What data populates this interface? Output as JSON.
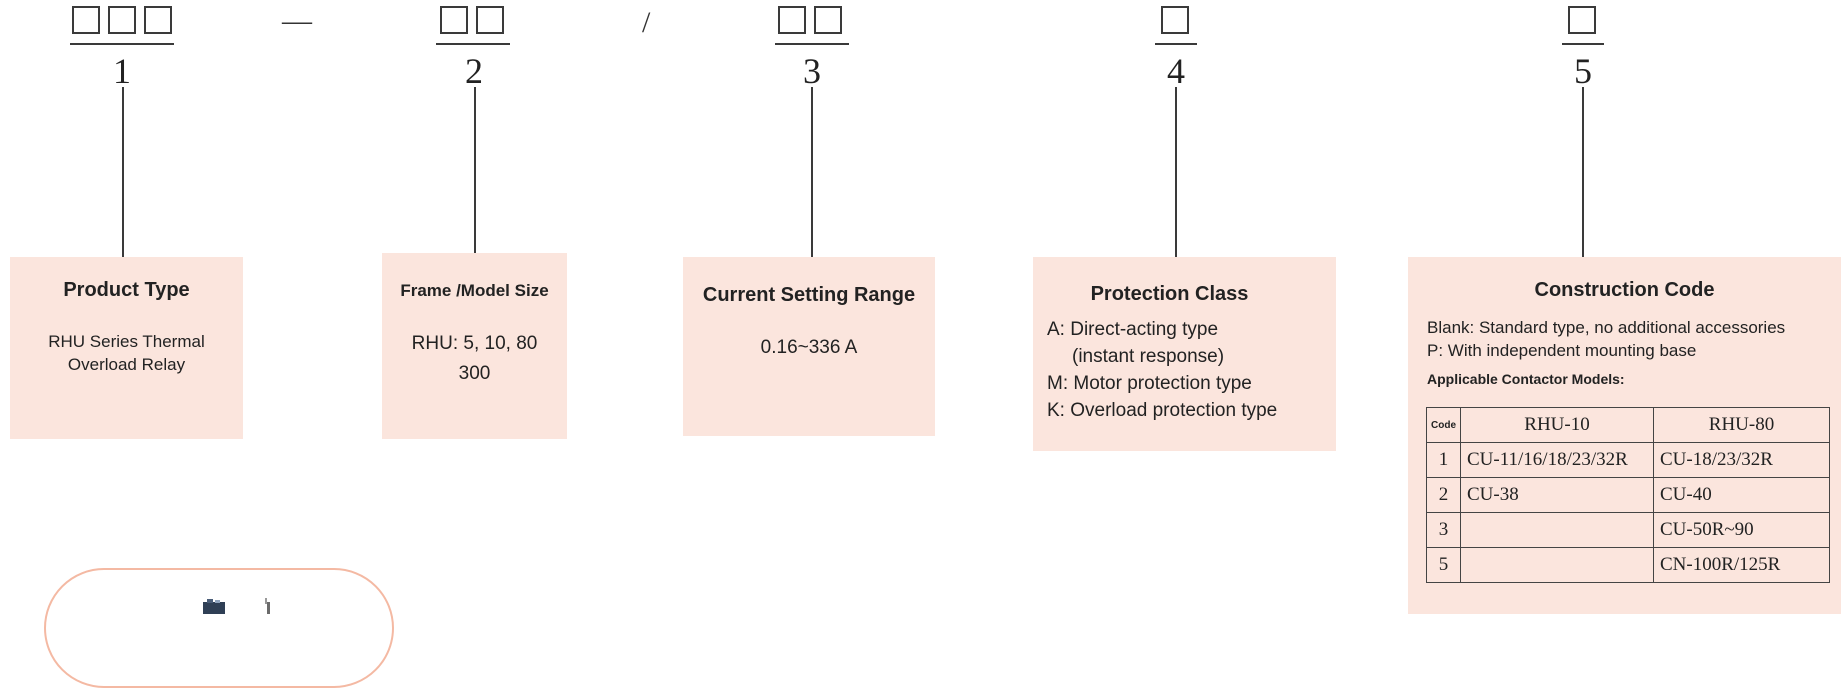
{
  "slots": [
    {
      "number": "1",
      "boxes": 3
    },
    {
      "number": "2",
      "boxes": 2
    },
    {
      "number": "3",
      "boxes": 2
    },
    {
      "number": "4",
      "boxes": 1
    },
    {
      "number": "5",
      "boxes": 1
    }
  ],
  "separators": {
    "dash": "—",
    "slash": "/"
  },
  "cards": {
    "product_type": {
      "title": "Product Type",
      "text": [
        "RHU Series Thermal",
        "Overload Relay"
      ]
    },
    "frame_size": {
      "title": "Frame /Model Size",
      "text": [
        "RHU: 5, 10, 80",
        "300"
      ]
    },
    "current_range": {
      "title": "Current Setting Range",
      "text": [
        "0.16~336 A"
      ]
    },
    "protection_class": {
      "title": "Protection Class",
      "lines": [
        "A: Direct-acting type",
        "(instant response)",
        "M: Motor protection type",
        "K: Overload protection type"
      ]
    },
    "construction_code": {
      "title": "Construction Code",
      "lines": [
        "Blank: Standard type, no additional accessories",
        "P: With independent mounting base"
      ],
      "subheading": "Applicable Contactor Models:",
      "table": {
        "headers": [
          "Code",
          "RHU-10",
          "RHU-80"
        ],
        "rows": [
          [
            "1",
            "CU-11/16/18/23/32R",
            "CU-18/23/32R"
          ],
          [
            "2",
            "CU-38",
            "CU-40"
          ],
          [
            "3",
            "",
            "CU-50R~90"
          ],
          [
            "5",
            "",
            "CN-100R/125R"
          ]
        ]
      }
    }
  },
  "colors": {
    "card_bg": "#fbe5dd",
    "line": "#3a3a3a",
    "frame_border": "#f4b9a3"
  }
}
